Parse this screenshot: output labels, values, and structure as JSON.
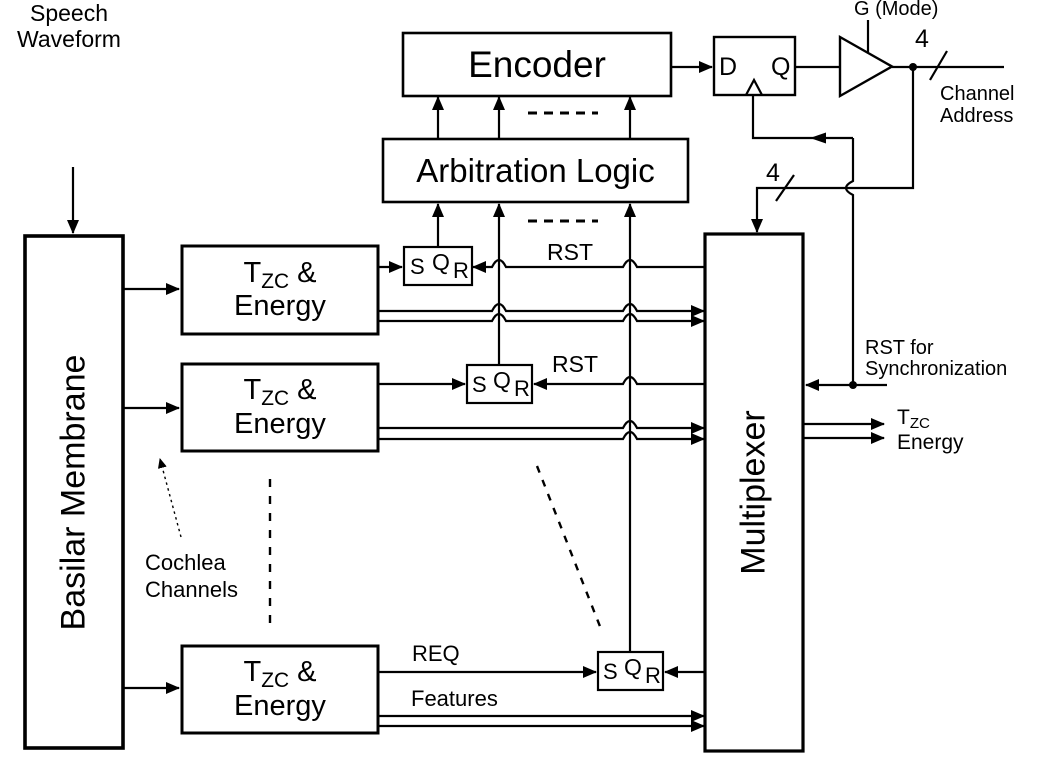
{
  "diagram": {
    "title_blocks": {
      "encoder": "Encoder",
      "arbitration": "Arbitration Logic",
      "multiplexer": "Multiplexer",
      "basilar_membrane": "Basilar Membrane"
    },
    "speech": {
      "line1": "Speech",
      "line2": "Waveform"
    },
    "cochlea": {
      "line1": "Cochlea",
      "line2": "Channels"
    },
    "tzc_block": {
      "t": "T",
      "sub": "ZC",
      "amp": "&",
      "line2": "Energy"
    },
    "latch": {
      "s": "S",
      "q": "Q",
      "r": "R"
    },
    "flipflop": {
      "d": "D",
      "q": "Q"
    },
    "signals": {
      "req": "REQ",
      "features": "Features",
      "rst_top": "RST",
      "rst_mid": "RST",
      "g_mode": "G (Mode)",
      "bus_width_channel": "4",
      "bus_width_mux": "4",
      "channel_address": {
        "line1": "Channel",
        "line2": "Address"
      },
      "rst_sync": {
        "line1": "RST for",
        "line2": "Synchronization"
      },
      "mux_out": {
        "t": "T",
        "sub": "ZC",
        "line2": "Energy"
      }
    },
    "colors": {
      "ink": "#000000",
      "background": "#ffffff"
    }
  }
}
